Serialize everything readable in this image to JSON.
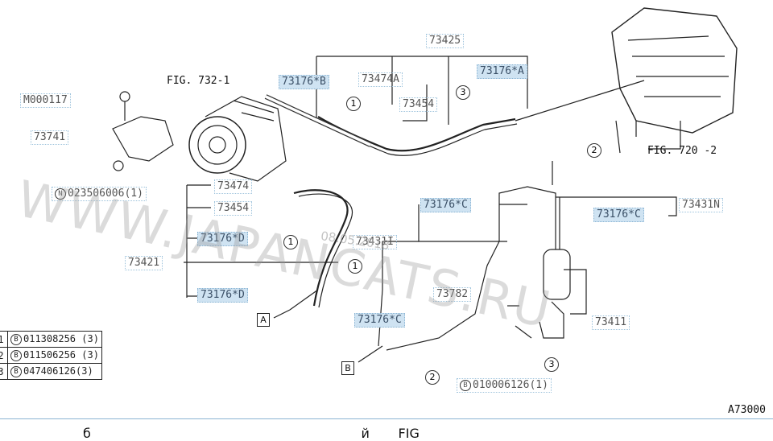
{
  "diagram": {
    "fig_labels": {
      "fig_732": "FIG. 732-1",
      "fig_720": "FIG. 720 -2"
    },
    "diagram_id": "A73000",
    "part_labels": {
      "m000117": "M000117",
      "p73741": "73741",
      "n023506006": "023506006(1)",
      "p73474_top": "73474A",
      "p73454_top": "73454",
      "p73425": "73425",
      "p73176b": "73176*B",
      "p73176a": "73176*A",
      "p73474": "73474",
      "p73454": "73454",
      "p73176d_1": "73176*D",
      "p73421": "73421",
      "p73176d_2": "73176*D",
      "p73176c_1": "73176*C",
      "p73431l": "73431I",
      "p73176c_2": "73176*C",
      "p73431n": "73431N",
      "p73782": "73782",
      "p73176c_3": "73176*C",
      "p73411": "73411",
      "b010006126": "010006126(1)"
    },
    "letter_boxes": {
      "a": "A",
      "b": "B"
    },
    "circled": {
      "c1": "1",
      "c2": "2",
      "c3": "3",
      "n": "N",
      "b": "B"
    },
    "legend": [
      {
        "num": "1",
        "mark": "B",
        "part": "011308256 (3)"
      },
      {
        "num": "2",
        "mark": "B",
        "part": "011506256 (3)"
      },
      {
        "num": "3",
        "mark": "B",
        "part": "047406126(3)"
      }
    ],
    "watermark": "WWW.JAPANCATS.RU",
    "date_stamp": "08.05.2018"
  },
  "bottom_text": "б                                                                  й       FIG"
}
